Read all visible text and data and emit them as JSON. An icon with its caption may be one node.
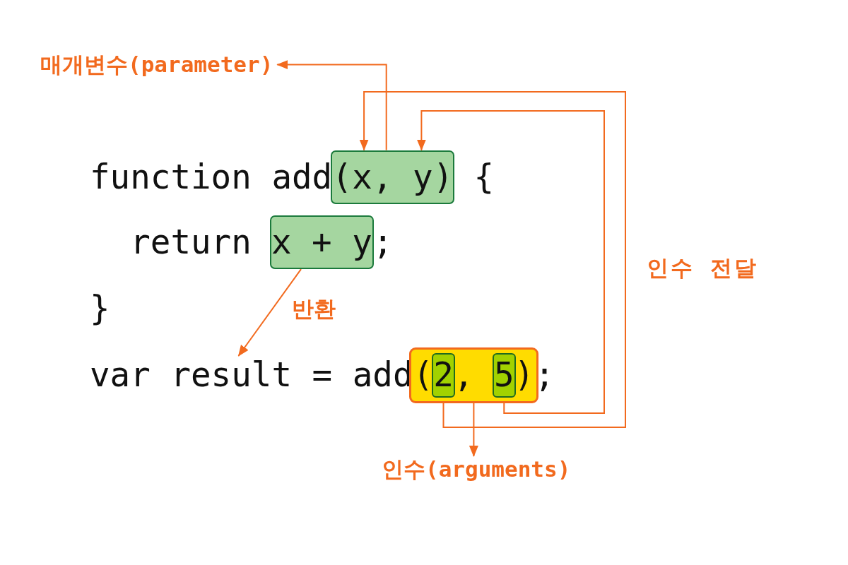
{
  "diagram": {
    "nodes": [
      {
        "text": [
          "매개변수(parameter)"
        ]
      },
      {
        "text": [
          "(x, y)"
        ]
      },
      {
        "text": [
          "x + y"
        ]
      },
      {
        "text": [
          "var result = add"
        ]
      },
      {
        "text": [
          "(",
          ",",
          ")"
        ]
      },
      {
        "text": [
          "2"
        ],
        "in": 4
      },
      {
        "text": [
          "5"
        ],
        "in": 4
      },
      {
        "text": [
          "인수(arguments)"
        ]
      }
    ],
    "edges": [
      {
        "from": 1,
        "to": 0,
        "arrow": "to"
      },
      {
        "from": 5,
        "to": 1,
        "arrow": "to"
      },
      {
        "from": 6,
        "to": 1,
        "arrow": "to"
      },
      {
        "from": 2,
        "to": 3,
        "arrow": "to",
        "label": "반환"
      },
      {
        "from": 4,
        "to": 7,
        "arrow": "to"
      }
    ],
    "labels": [
      "function add",
      "{",
      "return",
      ";",
      "인수 전달",
      "}",
      ";"
    ]
  }
}
